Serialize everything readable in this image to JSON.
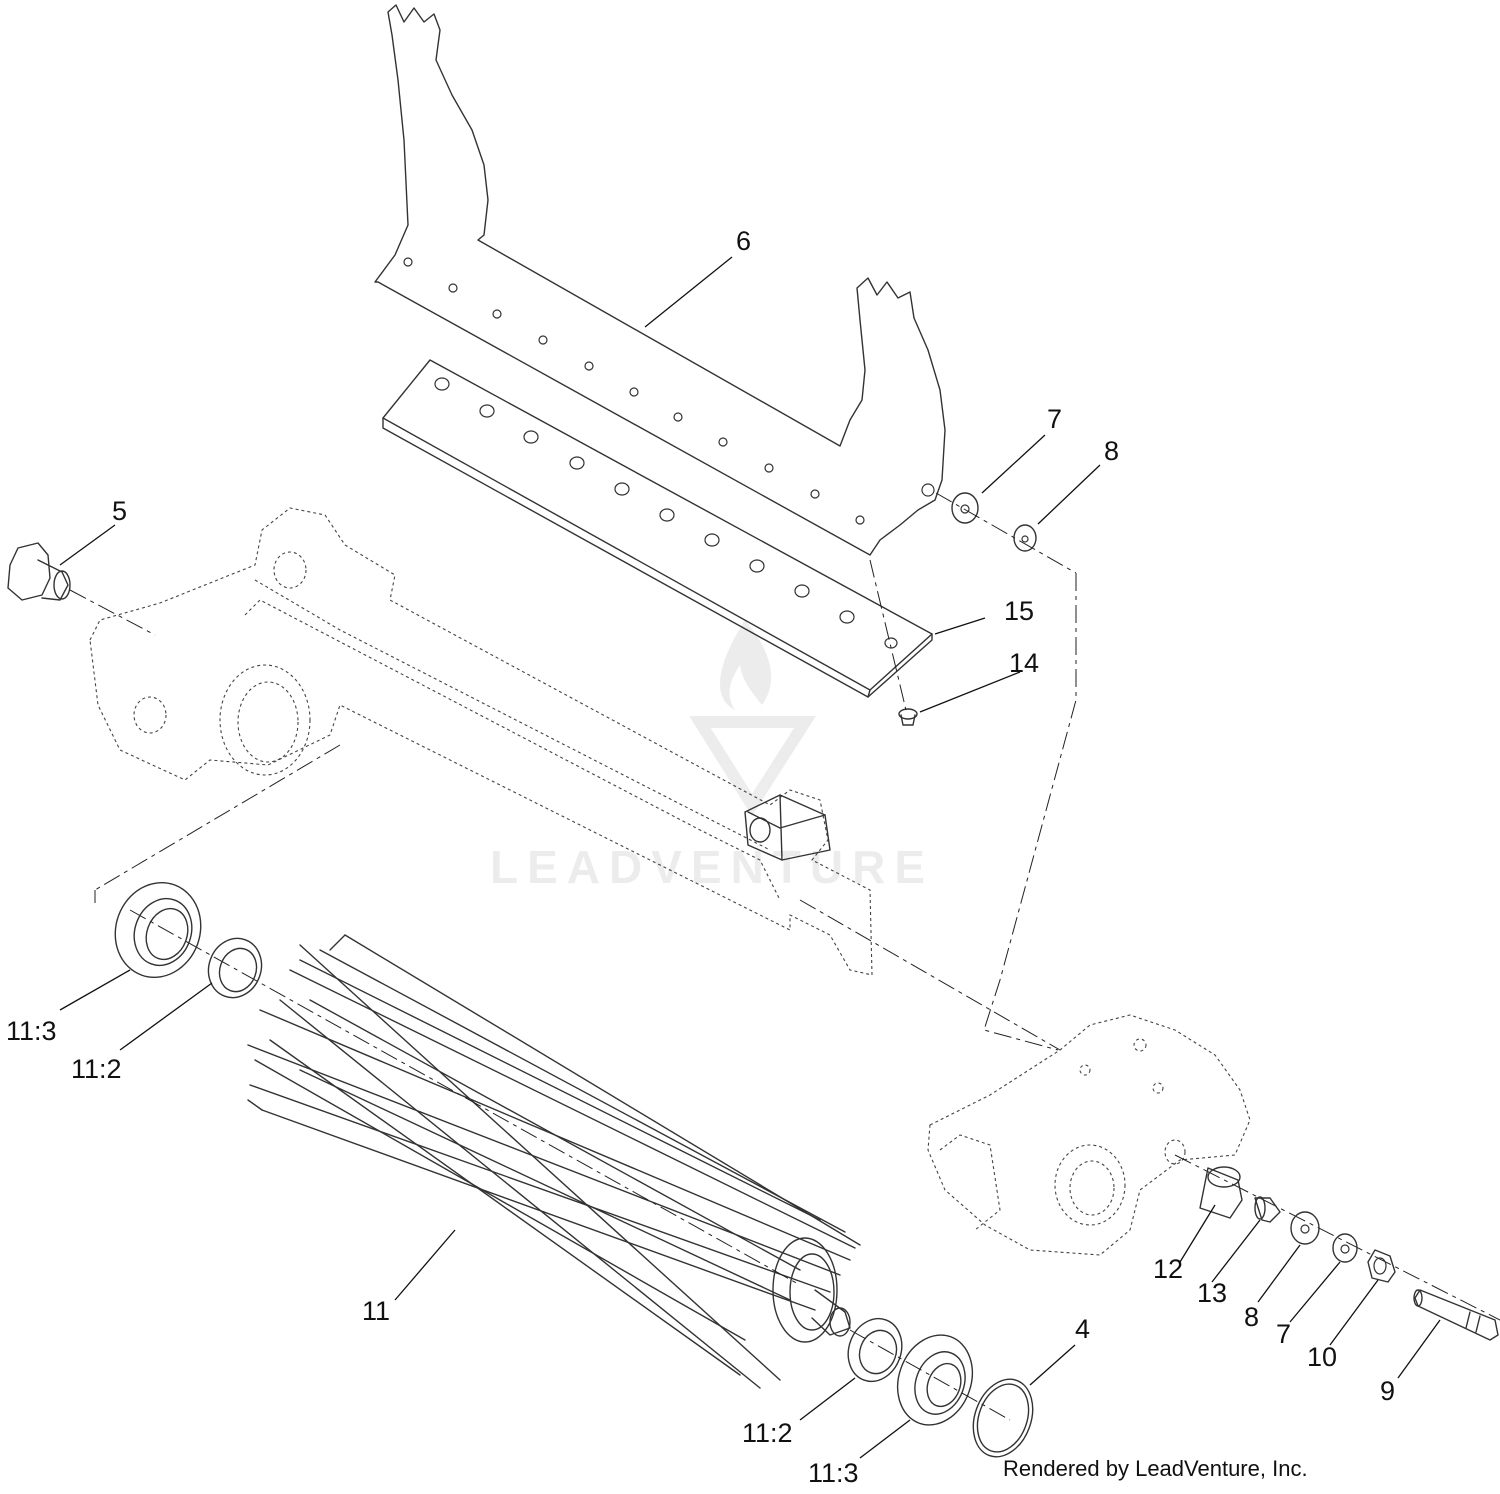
{
  "callouts": {
    "c4": "4",
    "c5": "5",
    "c6": "6",
    "c7a": "7",
    "c7b": "7",
    "c8a": "8",
    "c8b": "8",
    "c9": "9",
    "c10": "10",
    "c11": "11",
    "c11_2a": "11:2",
    "c11_2b": "11:2",
    "c11_3a": "11:3",
    "c11_3b": "11:3",
    "c12": "12",
    "c13": "13",
    "c14": "14",
    "c15": "15"
  },
  "watermark": {
    "text": "LEADVENTURE"
  },
  "credit": "Rendered by LeadVenture, Inc."
}
